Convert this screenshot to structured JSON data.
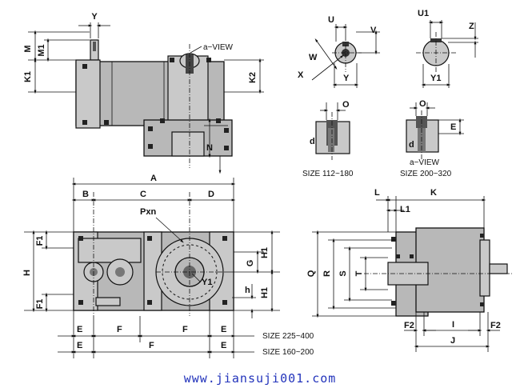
{
  "dims": {
    "Y": "Y",
    "M": "M",
    "M1": "M1",
    "K1": "K1",
    "K2": "K2",
    "N": "N",
    "aview_top": "a−VIEW",
    "U": "U",
    "V": "V",
    "W": "W",
    "X": "X",
    "Y_shaft": "Y",
    "U1": "U1",
    "Z": "Z",
    "Y1_shaft": "Y1",
    "O_a": "O",
    "d_a": "d",
    "O_b": "O",
    "E_b": "E",
    "d_b": "d",
    "aview_b": "a−VIEW",
    "size_a": "SIZE  112~180",
    "size_b": "SIZE  200~320",
    "A": "A",
    "B": "B",
    "C": "C",
    "D": "D",
    "Pxn": "Pxn",
    "Y1": "Y1",
    "F1_top": "F1",
    "F1_bot": "F1",
    "H": "H",
    "G": "G",
    "H1_top": "H1",
    "H1_bot": "H1",
    "h": "h",
    "E1": "E",
    "F_a": "F",
    "F_b": "F",
    "E2": "E",
    "E3": "E",
    "F_c": "F",
    "E4": "E",
    "size_row1": "SIZE 225~400",
    "size_row2": "SIZE 160~200",
    "L": "L",
    "L1": "L1",
    "K": "K",
    "Q": "Q",
    "R": "R",
    "S": "S",
    "T": "T",
    "F2_l": "F2",
    "F2_r": "F2",
    "I": "I",
    "J": "J"
  },
  "watermark": "www.jiansuji001.com"
}
